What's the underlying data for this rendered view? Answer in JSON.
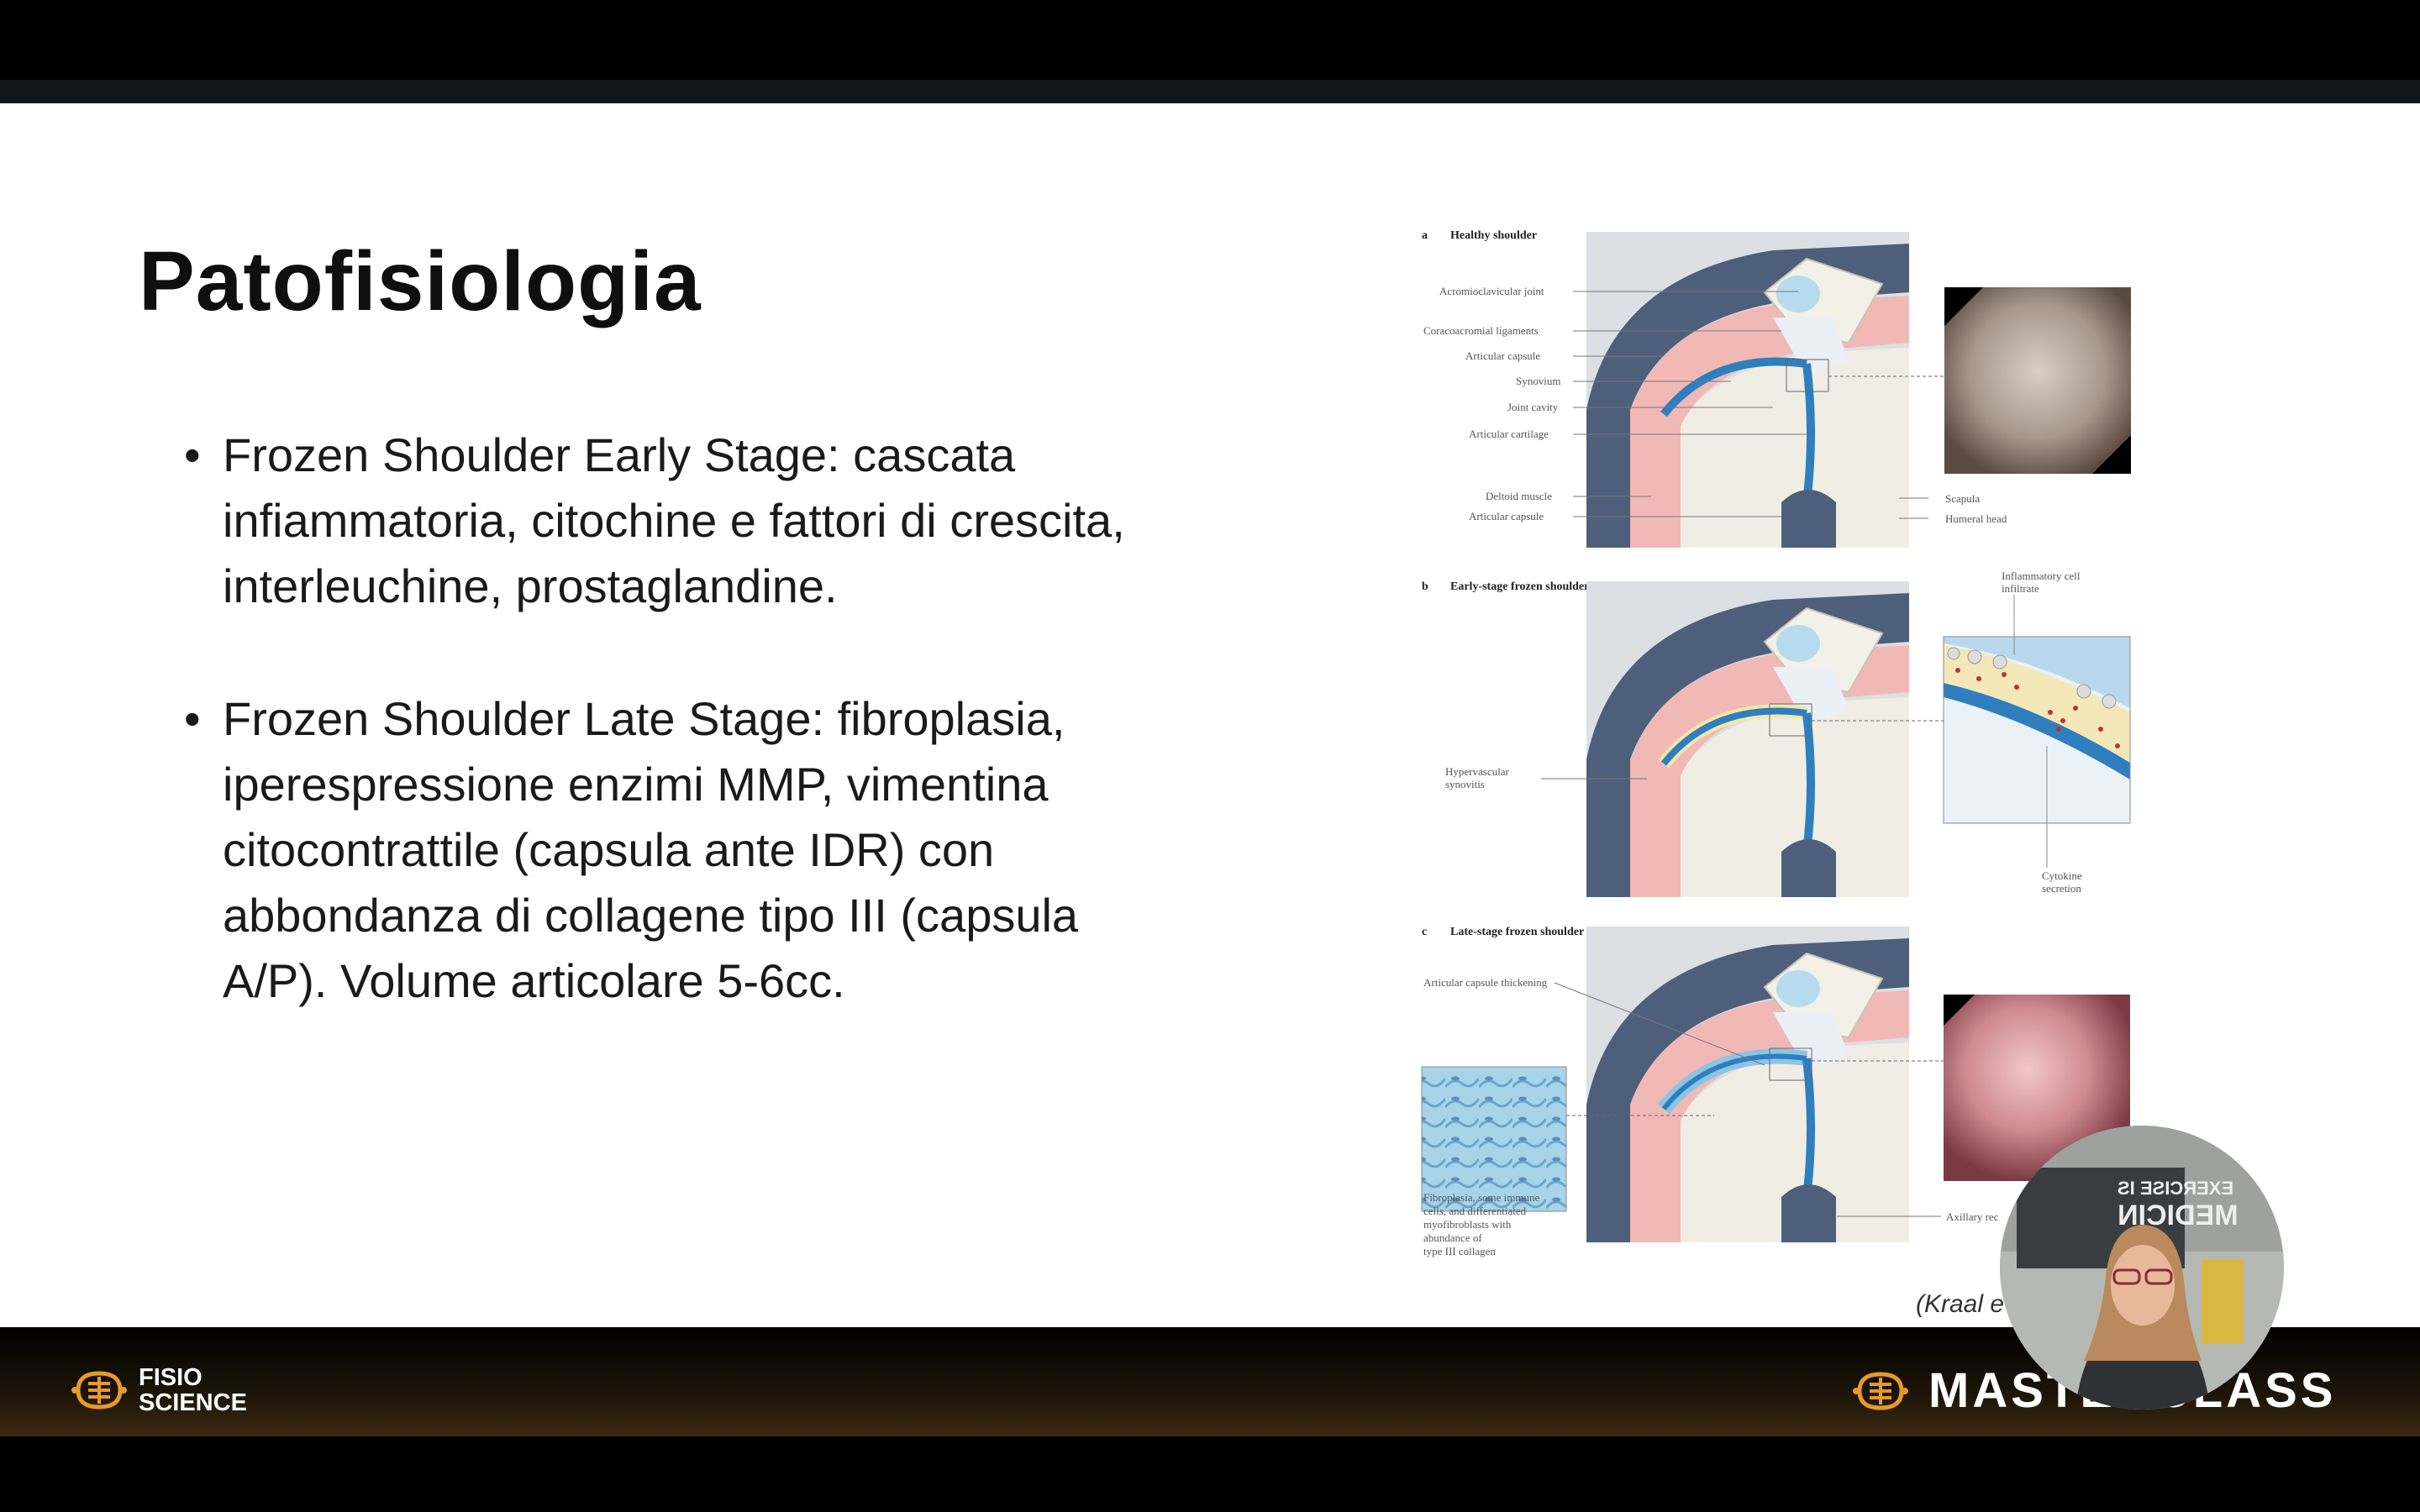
{
  "slide": {
    "title": "Patofisiologia",
    "bullets": [
      "Frozen Shoulder Early Stage: cascata infiammatoria, citochine e fattori di crescita, interleuchine, prostaglandine.",
      "Frozen Shoulder Late Stage: fibroplasia, iperespressione enzimi MMP, vimentina citocontrattile (capsula ante IDR) con abbondanza di collagene tipo III (capsula A/P). Volume articolare 5-6cc."
    ],
    "citation": "(Kraal e"
  },
  "figure": {
    "panel_a": {
      "letter": "a",
      "title": "Healthy shoulder",
      "labels_left": [
        "Acromioclavicular joint",
        "Coracoacromial ligaments",
        "Articular capsule",
        "Synovium",
        "Joint cavity",
        "Articular cartilage",
        "Deltoid muscle",
        "Articular capsule"
      ],
      "labels_right": [
        "Scapula",
        "Humeral head"
      ]
    },
    "panel_b": {
      "letter": "b",
      "title": "Early-stage frozen shoulder",
      "label_left_1": "Hypervascular",
      "label_left_2": "synovitis",
      "label_top_1": "Inflammatory cell",
      "label_top_2": "infiltrate",
      "label_bottom_1": "Cytokine",
      "label_bottom_2": "secretion"
    },
    "panel_c": {
      "letter": "c",
      "title": "Late-stage frozen shoulder",
      "label_top": "Articular capsule thickening",
      "label_bottom": [
        "Fibroplasia, some immune",
        "cells, and differentiated",
        "myofibroblasts with",
        "abundance of",
        "type III collagen"
      ],
      "label_right": "Axillary rec"
    }
  },
  "webcam": {
    "sign_line_1": "EXERCISE IS",
    "sign_line_2": "MEDICIN"
  },
  "footer": {
    "brand_line_1": "FISIO",
    "brand_line_2": "SCIENCE",
    "masterclass": "MASTERCLASS"
  }
}
